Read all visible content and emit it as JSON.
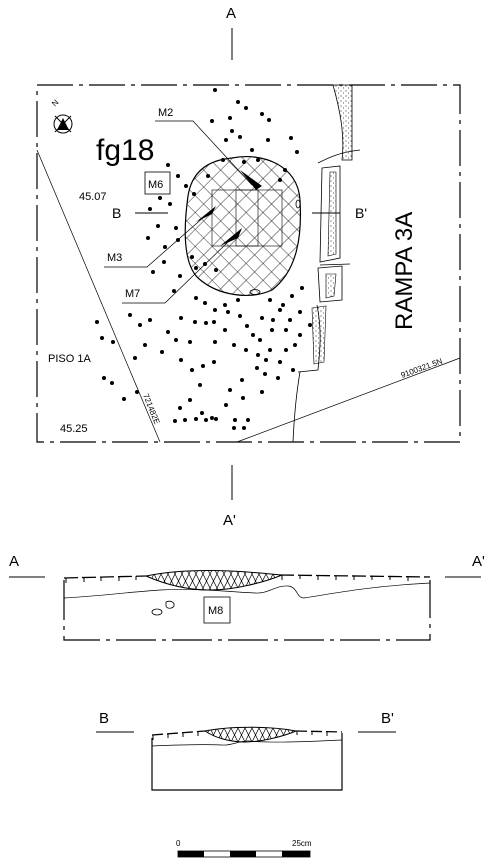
{
  "plan": {
    "title": "fg18",
    "section_a_top": "A",
    "section_a_bottom": "A'",
    "section_b_left": "B",
    "section_b_right": "B'",
    "labels": {
      "m2": "M2",
      "m3": "M3",
      "m6": "M6",
      "m7": "M7",
      "elev_top": "45.07",
      "elev_bottom": "45.25",
      "floor": "PISO 1A",
      "ramp": "RAMPA 3A",
      "grid_east": "721482E",
      "grid_north": "9100321.5N"
    },
    "north_icon_label": "N"
  },
  "profile_a": {
    "left": "A",
    "right": "A'",
    "feature": "M8"
  },
  "profile_b": {
    "left": "B",
    "right": "B'"
  },
  "scale": {
    "start": "0",
    "end": "25cm"
  }
}
